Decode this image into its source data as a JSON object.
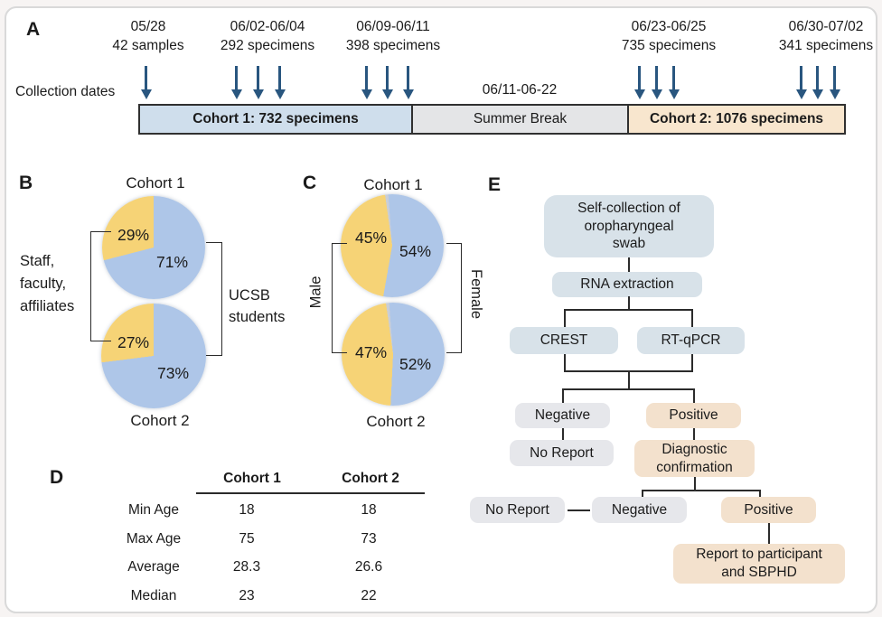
{
  "panelA": {
    "label": "A",
    "collection_dates": "Collection dates",
    "summer_dates": "06/11-06-22",
    "events": [
      {
        "date": "05/28",
        "count": "42 samples"
      },
      {
        "date": "06/02-06/04",
        "count": "292 specimens"
      },
      {
        "date": "06/09-06/11",
        "count": "398 specimens"
      },
      {
        "date": "06/23-06/25",
        "count": "735 specimens"
      },
      {
        "date": "06/30-07/02",
        "count": "341 specimens"
      }
    ],
    "bar": {
      "cohort1": "Cohort 1: 732 specimens",
      "summer": "Summer Break",
      "cohort2": "Cohort 2: 1076 specimens"
    }
  },
  "panelB": {
    "label": "B",
    "pie1_title": "Cohort 1",
    "pie2_title": "Cohort 2",
    "left_lines": [
      "Staff,",
      "faculty,",
      "affiliates"
    ],
    "right_lines": [
      "UCSB",
      "students"
    ],
    "pie1_yellow": "29%",
    "pie1_blue": "71%",
    "pie2_yellow": "27%",
    "pie2_blue": "73%"
  },
  "panelC": {
    "label": "C",
    "pie1_title": "Cohort 1",
    "pie2_title": "Cohort 2",
    "left_label": "Male",
    "right_label": "Female",
    "pie1_yellow": "45%",
    "pie1_blue": "54%",
    "pie2_yellow": "47%",
    "pie2_blue": "52%"
  },
  "panelD": {
    "label": "D",
    "col1": "Cohort 1",
    "col2": "Cohort 2",
    "rows": [
      {
        "name": "Min Age",
        "c1": "18",
        "c2": "18"
      },
      {
        "name": "Max Age",
        "c1": "75",
        "c2": "73"
      },
      {
        "name": "Average",
        "c1": "28.3",
        "c2": "26.6"
      },
      {
        "name": "Median",
        "c1": "23",
        "c2": "22"
      }
    ]
  },
  "panelE": {
    "label": "E",
    "nodes": {
      "collect": "Self-collection of oropharyngeal swab",
      "rna": "RNA extraction",
      "crest": "CREST",
      "rtqpcr": "RT-qPCR",
      "negative1": "Negative",
      "positive1": "Positive",
      "noreport1": "No Report",
      "diagnostic": "Diagnostic confirmation",
      "noreport2": "No Report",
      "negative2": "Negative",
      "positive2": "Positive",
      "report": "Report to participant and SBPHD"
    }
  },
  "colors": {
    "pie_yellow": "#f6d376",
    "pie_blue": "#aec6e8",
    "pie_gap": "#c9ced7",
    "arrow_blue": "#29567f",
    "bar_cohort1": "#cfdeec",
    "bar_summer": "#e4e5e7",
    "bar_cohort2": "#f8e6ce",
    "flow_blue": "#d8e2e9",
    "flow_gray": "#e6e7eb",
    "flow_tan": "#f3e1cd"
  },
  "chart_data": [
    {
      "type": "pie",
      "panel": "B",
      "title": "Cohort 1",
      "labels": [
        "Staff, faculty, affiliates",
        "UCSB students"
      ],
      "values": [
        29,
        71
      ],
      "unit": "%",
      "colors": [
        "#f6d376",
        "#aec6e8"
      ]
    },
    {
      "type": "pie",
      "panel": "B",
      "title": "Cohort 2",
      "labels": [
        "Staff, faculty, affiliates",
        "UCSB students"
      ],
      "values": [
        27,
        73
      ],
      "unit": "%",
      "colors": [
        "#f6d376",
        "#aec6e8"
      ]
    },
    {
      "type": "pie",
      "panel": "C",
      "title": "Cohort 1",
      "labels": [
        "Male",
        "Female"
      ],
      "values": [
        45,
        54
      ],
      "unit": "%",
      "colors": [
        "#f6d376",
        "#aec6e8"
      ]
    },
    {
      "type": "pie",
      "panel": "C",
      "title": "Cohort 2",
      "labels": [
        "Male",
        "Female"
      ],
      "values": [
        47,
        52
      ],
      "unit": "%",
      "colors": [
        "#f6d376",
        "#aec6e8"
      ]
    },
    {
      "type": "table",
      "panel": "D",
      "columns": [
        "",
        "Cohort 1",
        "Cohort 2"
      ],
      "rows": [
        [
          "Min Age",
          18,
          18
        ],
        [
          "Max Age",
          75,
          73
        ],
        [
          "Average",
          28.3,
          26.6
        ],
        [
          "Median",
          23,
          22
        ]
      ]
    },
    {
      "type": "timeline",
      "panel": "A",
      "events": [
        {
          "date": "05/28",
          "n": 42
        },
        {
          "date": "06/02-06/04",
          "n": 292
        },
        {
          "date": "06/09-06/11",
          "n": 398
        },
        {
          "date": "06/23-06/25",
          "n": 735
        },
        {
          "date": "06/30-07/02",
          "n": 341
        }
      ],
      "segments": [
        {
          "label": "Cohort 1",
          "specimens": 732
        },
        {
          "label": "Summer Break",
          "dates": "06/11-06-22"
        },
        {
          "label": "Cohort 2",
          "specimens": 1076
        }
      ]
    }
  ]
}
